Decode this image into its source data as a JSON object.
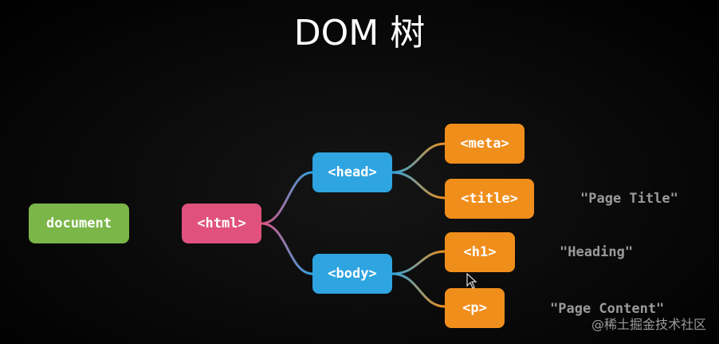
{
  "title": "DOM 树",
  "nodes": {
    "document": "document",
    "html": "<html>",
    "head": "<head>",
    "body": "<body>",
    "meta": "<meta>",
    "title": "<title>",
    "h1": "<h1>",
    "p": "<p>"
  },
  "text_nodes": {
    "page_title": "\"Page Title\"",
    "heading": "\"Heading\"",
    "page_content": "\"Page Content\""
  },
  "watermark": "@稀土掘金技术社区",
  "colors": {
    "document": "#7ab648",
    "html": "#e0517e",
    "head_body": "#2ea4e0",
    "leaf": "#f08e1c",
    "text_node": "#9a9a9a"
  }
}
